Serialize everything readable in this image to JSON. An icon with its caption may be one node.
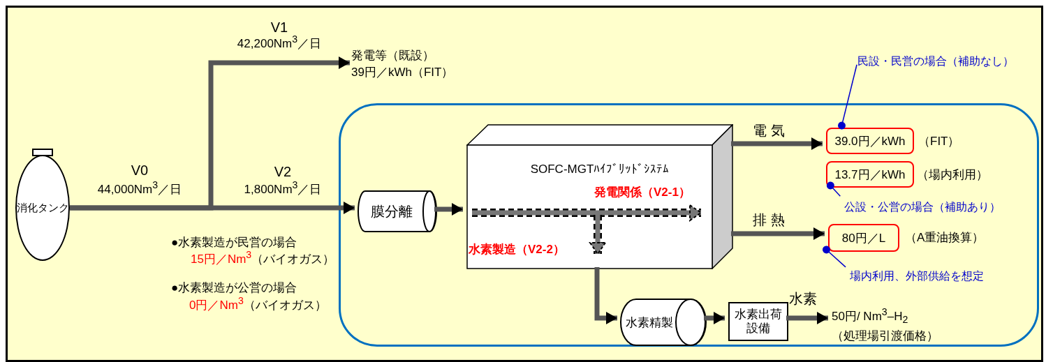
{
  "diagram": {
    "nodes": [
      {
        "text": [
          "消化タンク"
        ]
      },
      {
        "text": [
          "発電等（既設）",
          "39円／kWh（FIT）"
        ]
      },
      {
        "text": [],
        "shape": "box"
      },
      {
        "text": [
          "膜分離"
        ],
        "in": 2
      },
      {
        "text": [
          "SOFC-MGTﾊｲﾌﾞﾘｯﾄﾞｼｽﾃﾑ",
          "発電関係（V2-1）",
          "水素製造（V2-2）"
        ],
        "in": 2
      },
      {
        "text": [
          "39.0円／kWh"
        ],
        "beside": [
          "（FIT）"
        ],
        "in": 2
      },
      {
        "text": [
          "13.7円／kWh"
        ],
        "beside": [
          "（場内利用）"
        ],
        "in": 2
      },
      {
        "text": [
          "80円／L"
        ],
        "beside": [
          "（A重油換算）"
        ],
        "in": 2
      },
      {
        "text": [
          "民設・民営の場合（補助なし）"
        ]
      },
      {
        "text": [
          "公設・公営の場合（補助あり）"
        ],
        "in": 2
      },
      {
        "text": [
          "場内利用、外部供給を想定"
        ],
        "in": 2
      },
      {
        "text": [
          "水素精製"
        ],
        "in": 2
      },
      {
        "text": [
          "水素出荷設備"
        ],
        "in": 2
      },
      {
        "text": [
          "50円/ Nm$^{3}$–H$_{2}$",
          "（処理場引渡価格）"
        ],
        "in": 2
      }
    ],
    "edges": [
      {
        "from": 0,
        "to": 1,
        "arrow": "to"
      },
      {
        "from": 0,
        "to": 3,
        "arrow": "to"
      },
      {
        "from": 3,
        "to": 4,
        "arrow": "to"
      },
      {
        "from": 4,
        "to": 5,
        "arrow": "to",
        "label": "電 気"
      },
      {
        "from": 4,
        "to": 7,
        "arrow": "to",
        "label": "排 熱"
      },
      {
        "from": 4,
        "to": 11,
        "arrow": "to"
      },
      {
        "from": 11,
        "to": 12,
        "arrow": "to"
      },
      {
        "from": 12,
        "to": 13,
        "arrow": "to",
        "label": "水素"
      },
      {
        "from": 8,
        "to": 5,
        "arrow": "other",
        "color": "#0000cc"
      },
      {
        "from": 9,
        "to": 6,
        "arrow": "other",
        "color": "#0000cc"
      },
      {
        "from": 10,
        "to": 7,
        "arrow": "other",
        "color": "#0000cc"
      }
    ],
    "labels": [
      "V1",
      "42,200Nm$^{3}$／日",
      "V0",
      "44,000Nm$^{3}$／日",
      "V2",
      "1,800Nm$^{3}$／日",
      "●水素製造が民営の場合",
      "15円／Nm$^{3}$",
      "（バイオガス）",
      "●水素製造が公営の場合",
      "0円／Nm$^{3}$",
      "（バイオガス）"
    ]
  }
}
